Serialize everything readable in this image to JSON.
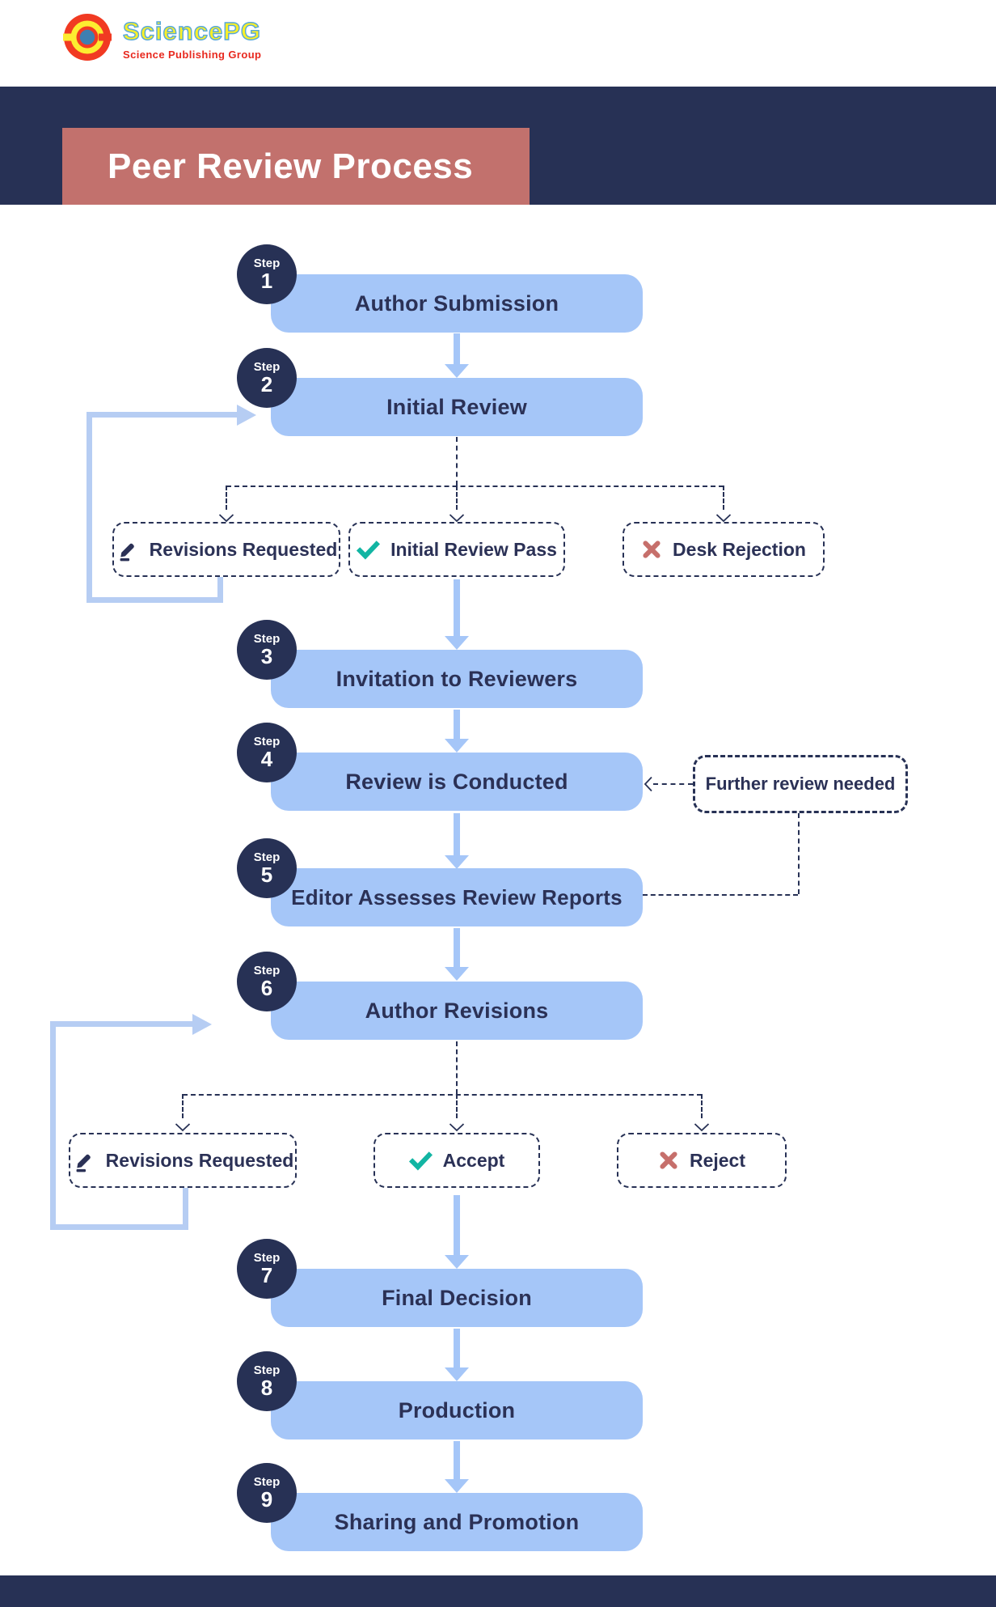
{
  "header": {
    "logo_name": "SciencePG",
    "logo_tagline": "Science Publishing Group"
  },
  "banner": {
    "title": "Peer Review Process"
  },
  "steps": [
    {
      "badge": "Step",
      "number": "1",
      "label": "Author Submission"
    },
    {
      "badge": "Step",
      "number": "2",
      "label": "Initial Review"
    },
    {
      "badge": "Step",
      "number": "3",
      "label": "Invitation to Reviewers"
    },
    {
      "badge": "Step",
      "number": "4",
      "label": "Review is Conducted"
    },
    {
      "badge": "Step",
      "number": "5",
      "label": "Editor Assesses Review Reports"
    },
    {
      "badge": "Step",
      "number": "6",
      "label": "Author Revisions"
    },
    {
      "badge": "Step",
      "number": "7",
      "label": "Final Decision"
    },
    {
      "badge": "Step",
      "number": "8",
      "label": "Production"
    },
    {
      "badge": "Step",
      "number": "9",
      "label": "Sharing and Promotion"
    }
  ],
  "initial_review_outcomes": [
    {
      "icon": "pencil-icon",
      "label": "Revisions Requested"
    },
    {
      "icon": "check-icon",
      "label": "Initial Review Pass"
    },
    {
      "icon": "x-icon",
      "label": "Desk Rejection"
    }
  ],
  "revision_outcomes": [
    {
      "icon": "pencil-icon",
      "label": "Revisions Requested"
    },
    {
      "icon": "check-icon",
      "label": "Accept"
    },
    {
      "icon": "x-icon",
      "label": "Reject"
    }
  ],
  "note": {
    "label": "Further review needed"
  },
  "colors": {
    "navy": "#273155",
    "text_navy": "#2b3156",
    "box_blue": "#a5c6f8",
    "arrow_blue": "#a5c6f8",
    "loop_blue": "#b6cdf3",
    "salmon": "#c66f6b",
    "title_box": "#c2716d",
    "teal": "#12b5a3",
    "logo_yellow": "#f9ef28",
    "logo_outline": "#57a7da",
    "logo_red": "#e8281e"
  }
}
